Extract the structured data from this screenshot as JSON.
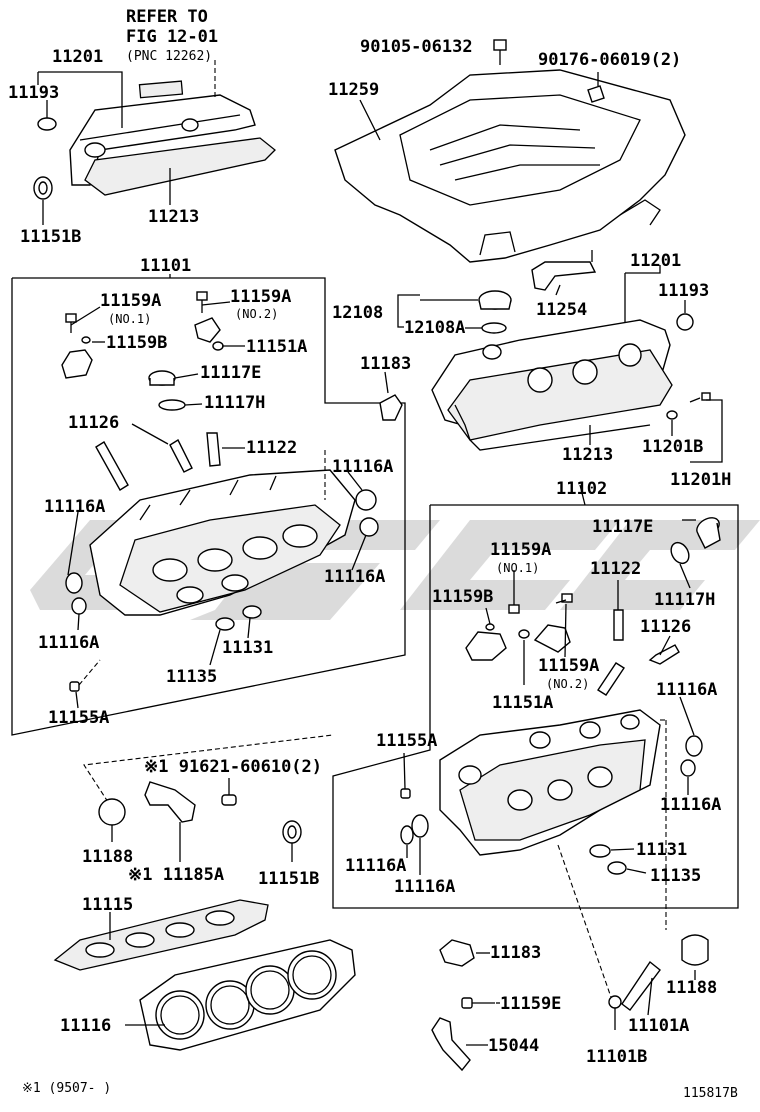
{
  "diagram": {
    "reference": {
      "line1": "REFER TO",
      "line2": "FIG 12-01",
      "line3": "(PNC 12262)"
    },
    "footnote": "※1  (9507-       )",
    "figure_code": "115817B",
    "callouts": {
      "p11201_tl": "11201",
      "p11193_tl": "11193",
      "p11151B_tl": "11151B",
      "p11213_tl": "11213",
      "p90105": "90105-06132",
      "p90176": "90176-06019(2)",
      "p11259": "11259",
      "p11101_box": "11101",
      "p11159A_no1_l": "11159A",
      "no1_l": "(NO.1)",
      "p11159A_no2_l": "11159A",
      "no2_l": "(NO.2)",
      "p11159B_l": "11159B",
      "p11151A_l": "11151A",
      "p11117E_l": "11117E",
      "p11117H_l": "11117H",
      "p11126_l": "11126",
      "p11122_l": "11122",
      "p11116A_l1": "11116A",
      "p11116A_l2": "11116A",
      "p11116A_l3": "11116A",
      "p11116A_l4": "11116A",
      "p11135_l": "11135",
      "p11131_l": "11131",
      "p11155A_l": "11155A",
      "p11183_top": "11183",
      "p12108": "12108",
      "p12108A": "12108A",
      "p11254": "11254",
      "p11201_r": "11201",
      "p11193_r": "11193",
      "p11213_r": "11213",
      "p11201B": "11201B",
      "p11201H": "11201H",
      "p11102_box": "11102",
      "p11117E_r": "11117E",
      "p11117H_r": "11117H",
      "p11159A_no1_r": "11159A",
      "no1_r": "(NO.1)",
      "p11159B_r": "11159B",
      "p11122_r": "11122",
      "p11126_r": "11126",
      "p11159A_no2_r": "11159A",
      "no2_r": "(NO.2)",
      "p11151A_r": "11151A",
      "p11116A_r1": "11116A",
      "p11116A_r2": "11116A",
      "p11155A_r": "11155A",
      "p11116A_r3": "11116A",
      "p11116A_r4": "11116A",
      "p11131_r": "11131",
      "p11135_r": "11135",
      "p91621": "※1 91621-60610(2)",
      "p11188_l": "11188",
      "p11185A": "※1 11185A",
      "p11151B_b": "11151B",
      "p11115": "11115",
      "p11116": "11116",
      "p11183_b": "11183",
      "p11188_r": "11188",
      "p11159E": "11159E",
      "p15044": "15044",
      "p11101A": "11101A",
      "p11101B": "11101B"
    }
  }
}
